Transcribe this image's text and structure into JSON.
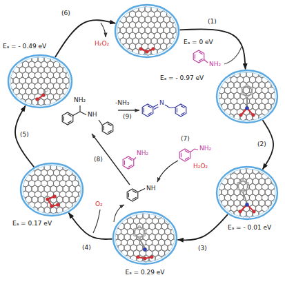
{
  "diagram": {
    "nodes": [
      {
        "text": [
          "Eₐ = 0 eV"
        ]
      },
      {
        "text": [
          "Eₐ = - 0.97 eV"
        ]
      },
      {
        "text": [
          "Eₐ = - 0.01 eV"
        ]
      },
      {
        "text": [
          "Eₐ = 0.29 eV"
        ]
      },
      {
        "text": [
          "Eₐ = 0.17 eV"
        ]
      },
      {
        "text": [
          "Eₐ = - 0.49 eV"
        ]
      }
    ],
    "edges": [
      {
        "from": 0,
        "to": 1,
        "label": "(1)",
        "arrow": "to"
      },
      {
        "from": 1,
        "to": 2,
        "label": "(2)",
        "arrow": "to"
      },
      {
        "from": 2,
        "to": 3,
        "label": "(3)",
        "arrow": "to"
      },
      {
        "from": 3,
        "to": 4,
        "label": "(4)",
        "arrow": "to"
      },
      {
        "from": 4,
        "to": 5,
        "label": "(5)",
        "arrow": "to"
      },
      {
        "from": 5,
        "to": 0,
        "label": "(6)",
        "arrow": "to"
      }
    ],
    "labels": [
      "NH₂",
      "H₂O₂",
      "O₂",
      "NH",
      "NH₂",
      "H₂O₂",
      "(7)",
      "NH₂",
      "(8)",
      "NH₂",
      "NH",
      "-NH₃",
      "(9)",
      "N"
    ]
  }
}
